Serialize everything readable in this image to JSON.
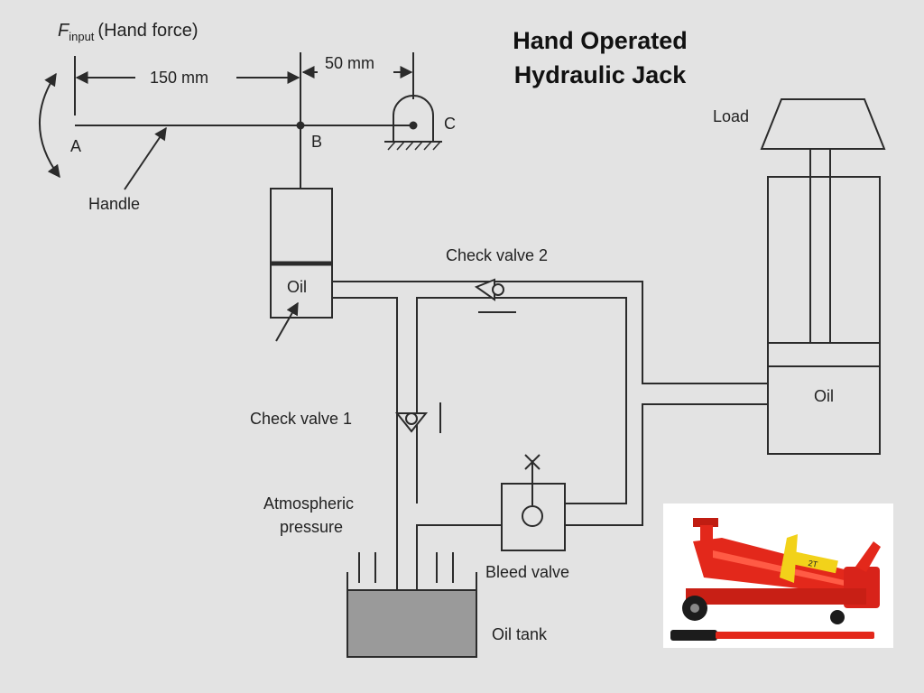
{
  "title": {
    "line1": "Hand Operated",
    "line2": "Hydraulic Jack"
  },
  "diagram": {
    "labels": {
      "f_symbol": "F",
      "f_subscript": "input",
      "f_desc": "(Hand force)",
      "dim_150": "150 mm",
      "dim_50": "50 mm",
      "point_a": "A",
      "point_b": "B",
      "point_c": "C",
      "handle": "Handle",
      "oil_pump": "Oil",
      "check_valve_2": "Check valve 2",
      "check_valve_1": "Check valve 1",
      "atmospheric_1": "Atmospheric",
      "atmospheric_2": "pressure",
      "bleed_valve": "Bleed valve",
      "oil_tank": "Oil tank",
      "load": "Load",
      "oil_cylinder": "Oil"
    },
    "colors": {
      "line": "#2b2b2b",
      "tank_oil": "#9a9a9a",
      "jack_body": "#e3281b",
      "jack_accent": "#f2d21a"
    }
  },
  "photo": {
    "subject": "floor-jack-photo",
    "plate_text": "2T"
  }
}
